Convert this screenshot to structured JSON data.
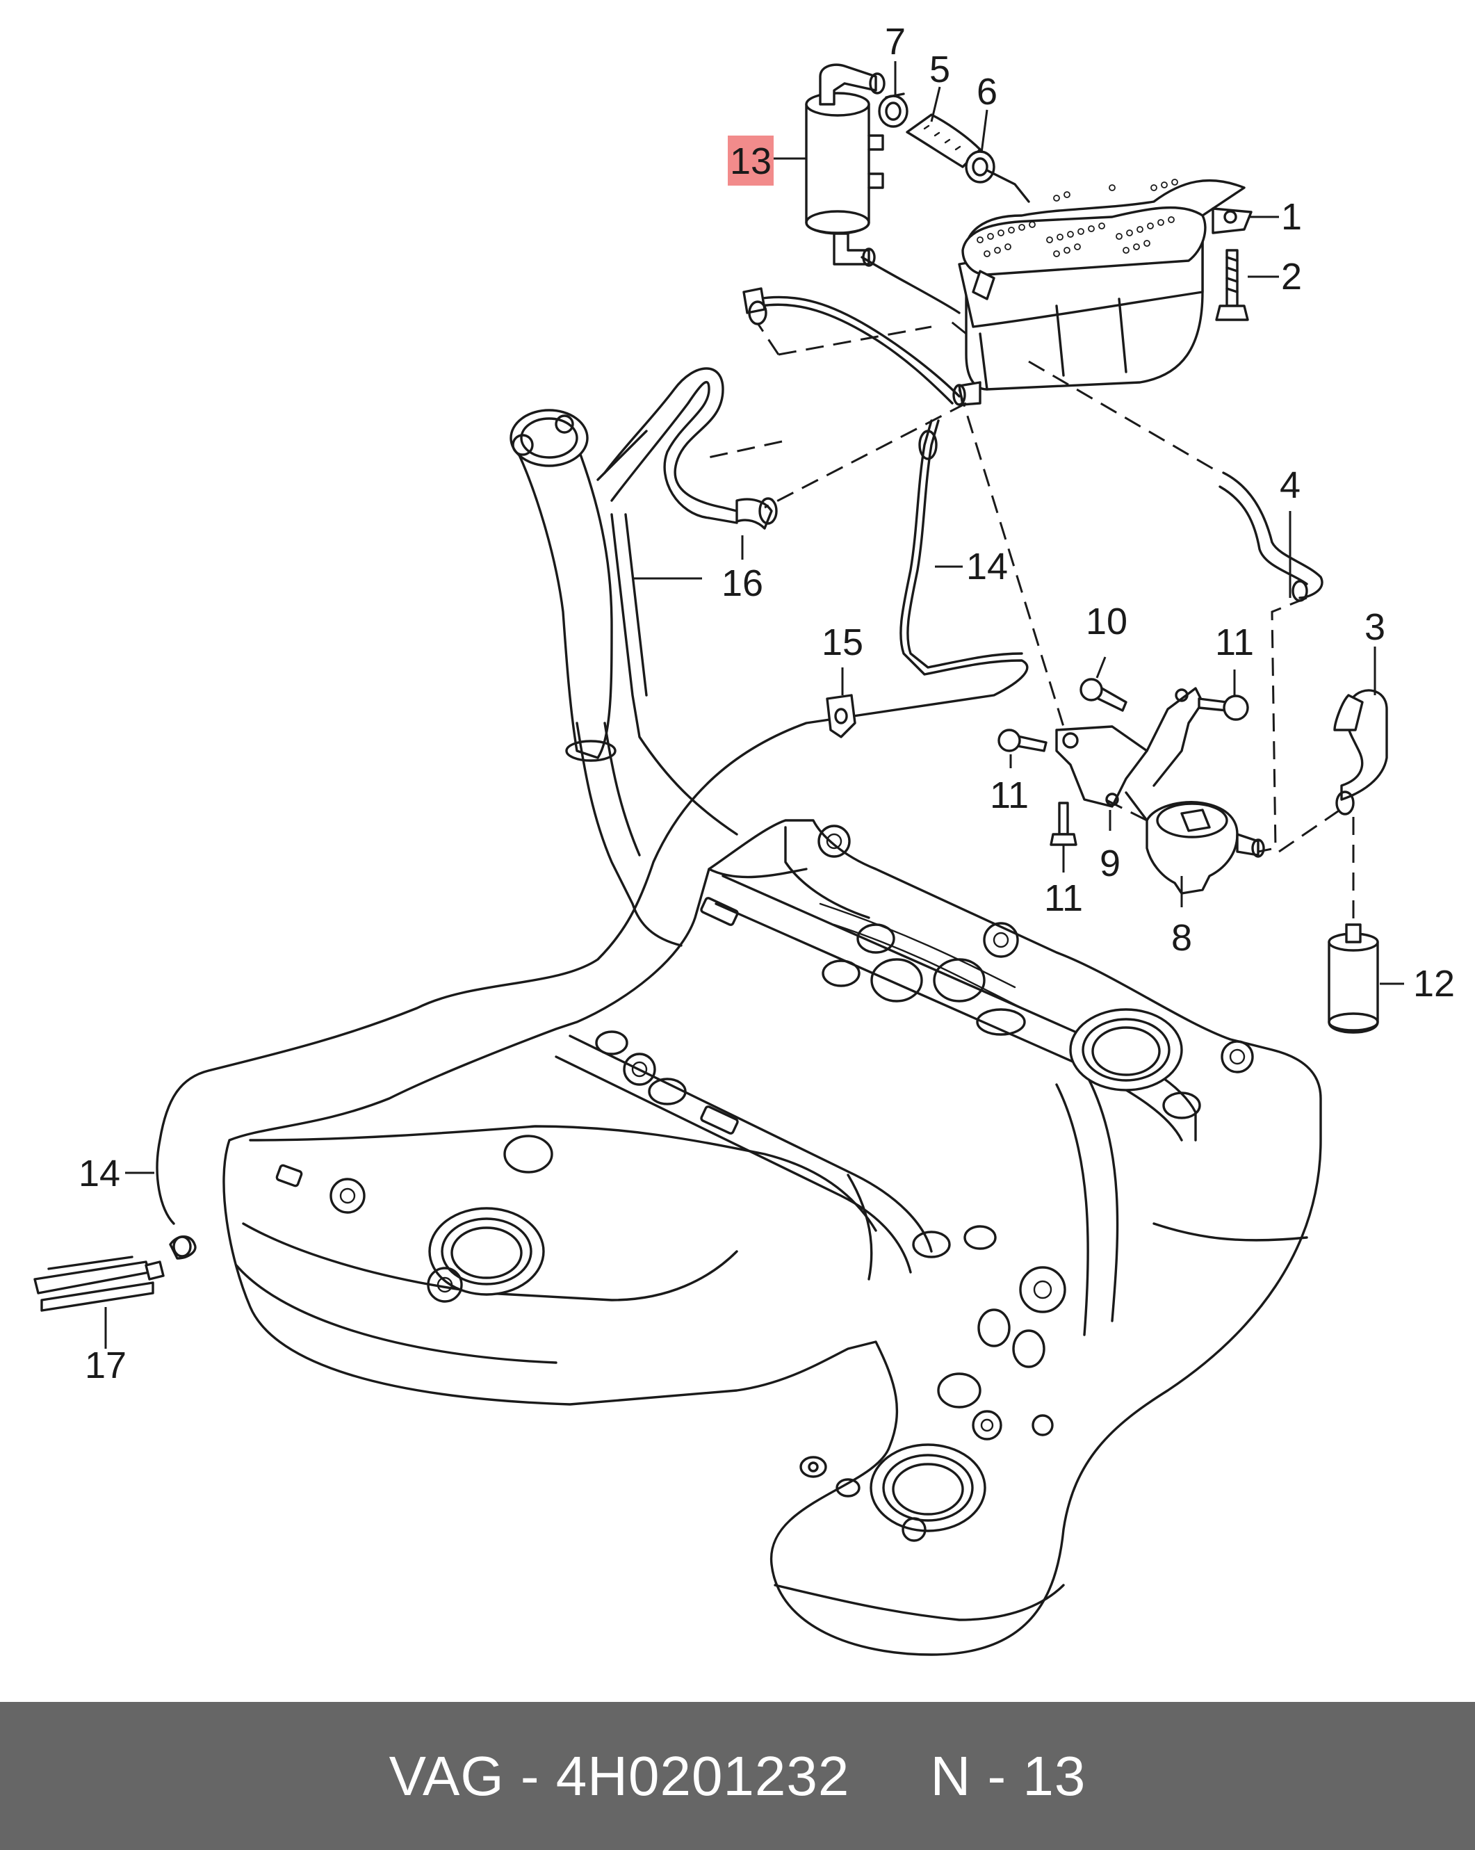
{
  "footer": {
    "brand": "VAG",
    "separator": " - ",
    "part_number": "4H0201232",
    "gap": "     ",
    "position_label": "N - 13"
  },
  "highlight_color": "#f28b8b",
  "callouts": {
    "c1": "1",
    "c2": "2",
    "c3": "3",
    "c4": "4",
    "c5": "5",
    "c6": "6",
    "c7": "7",
    "c8": "8",
    "c9": "9",
    "c10": "10",
    "c11a": "11",
    "c11b": "11",
    "c11c": "11",
    "c12": "12",
    "c13": "13",
    "c14a": "14",
    "c14b": "14",
    "c15": "15",
    "c16": "16",
    "c17": "17"
  }
}
